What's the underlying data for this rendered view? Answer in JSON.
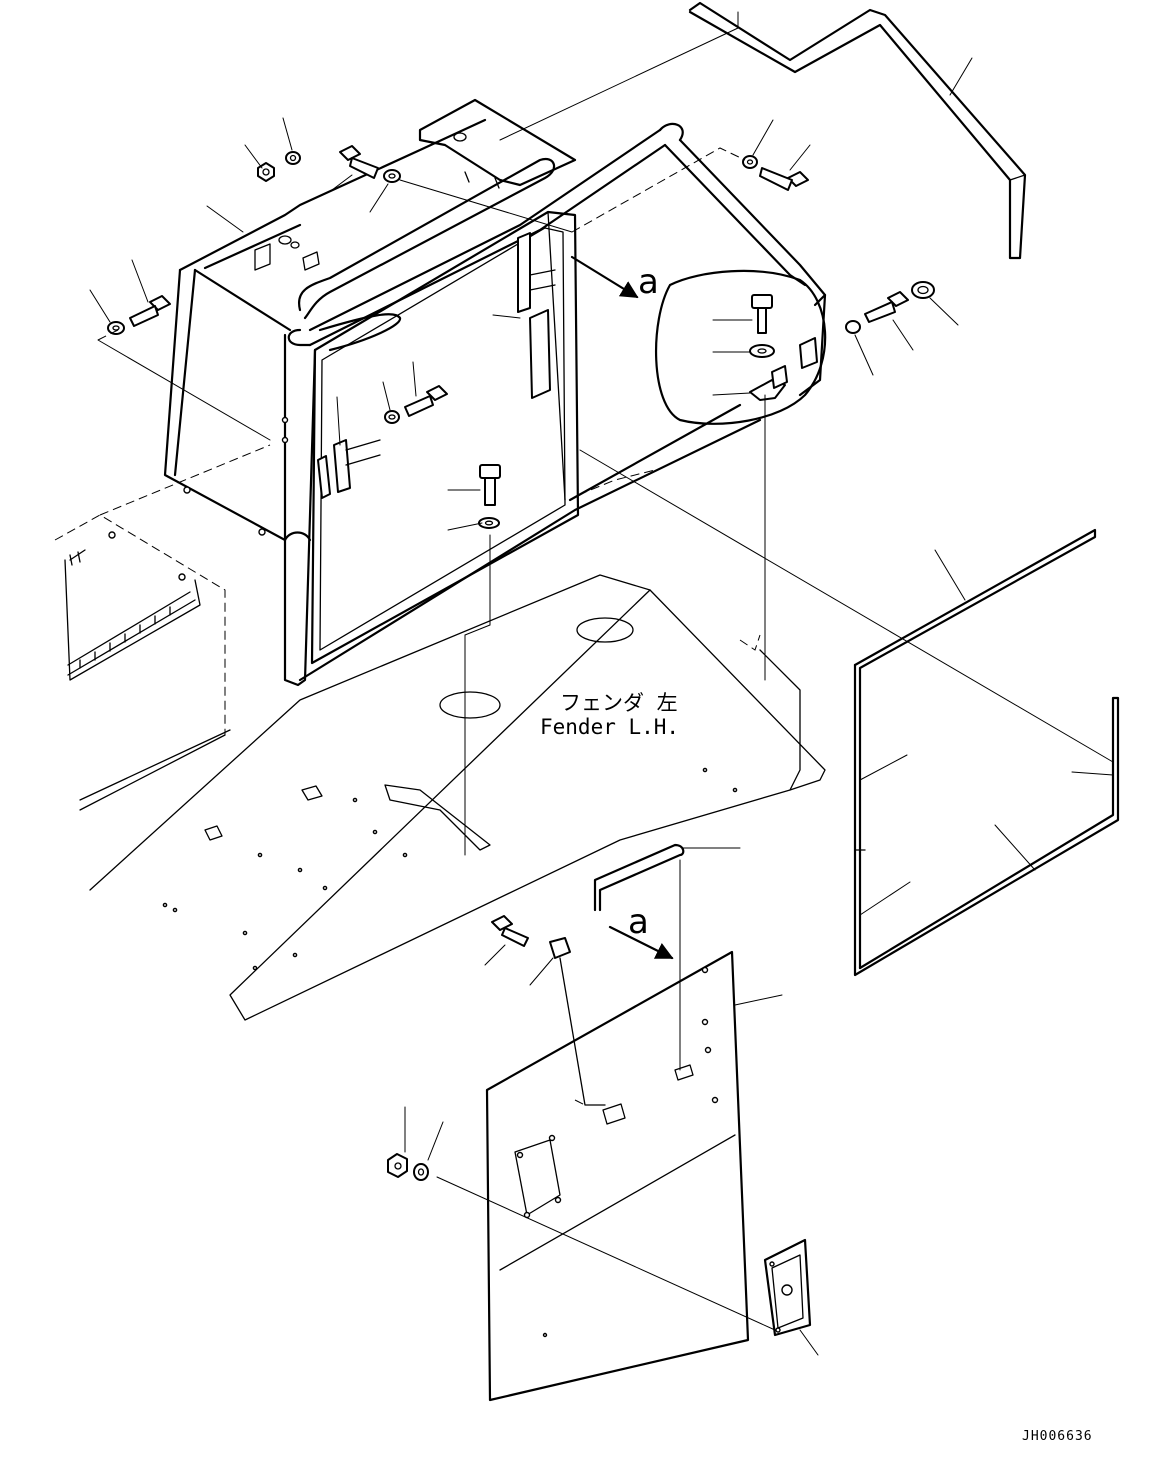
{
  "labels": {
    "fender_jp": "フェンダ 左",
    "fender_en": "Fender L.H.",
    "view_arrow_upper": "a",
    "view_arrow_lower": "a",
    "drawing_code": "JH006636"
  }
}
